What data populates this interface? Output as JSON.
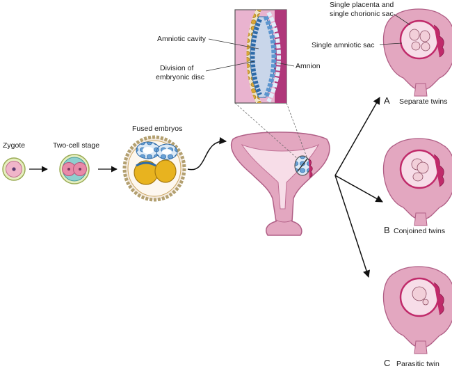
{
  "labels": {
    "zygote": "Zygote",
    "two_cell": "Two-cell stage",
    "fused": "Fused embryos",
    "amniotic_cavity": "Amniotic cavity",
    "division_line1": "Division of",
    "division_line2": "embryonic disc",
    "amnion": "Amnion",
    "placenta_line1": "Single placenta and",
    "placenta_line2": "single chorionic sac",
    "single_amniotic": "Single amniotic sac"
  },
  "outcomes": [
    {
      "letter": "A",
      "label": "Separate twins"
    },
    {
      "letter": "B",
      "label": "Conjoined twins"
    },
    {
      "letter": "C",
      "label": "Parasitic twin"
    }
  ],
  "colors": {
    "uterus": "#e3a7c0",
    "uterus_edge": "#b05f86",
    "cavity": "#f7dde8",
    "yolk": "#e8b31f",
    "cells": "#4e8ecc",
    "zona": "#cfe3a0",
    "placenta": "#c02a6a"
  }
}
